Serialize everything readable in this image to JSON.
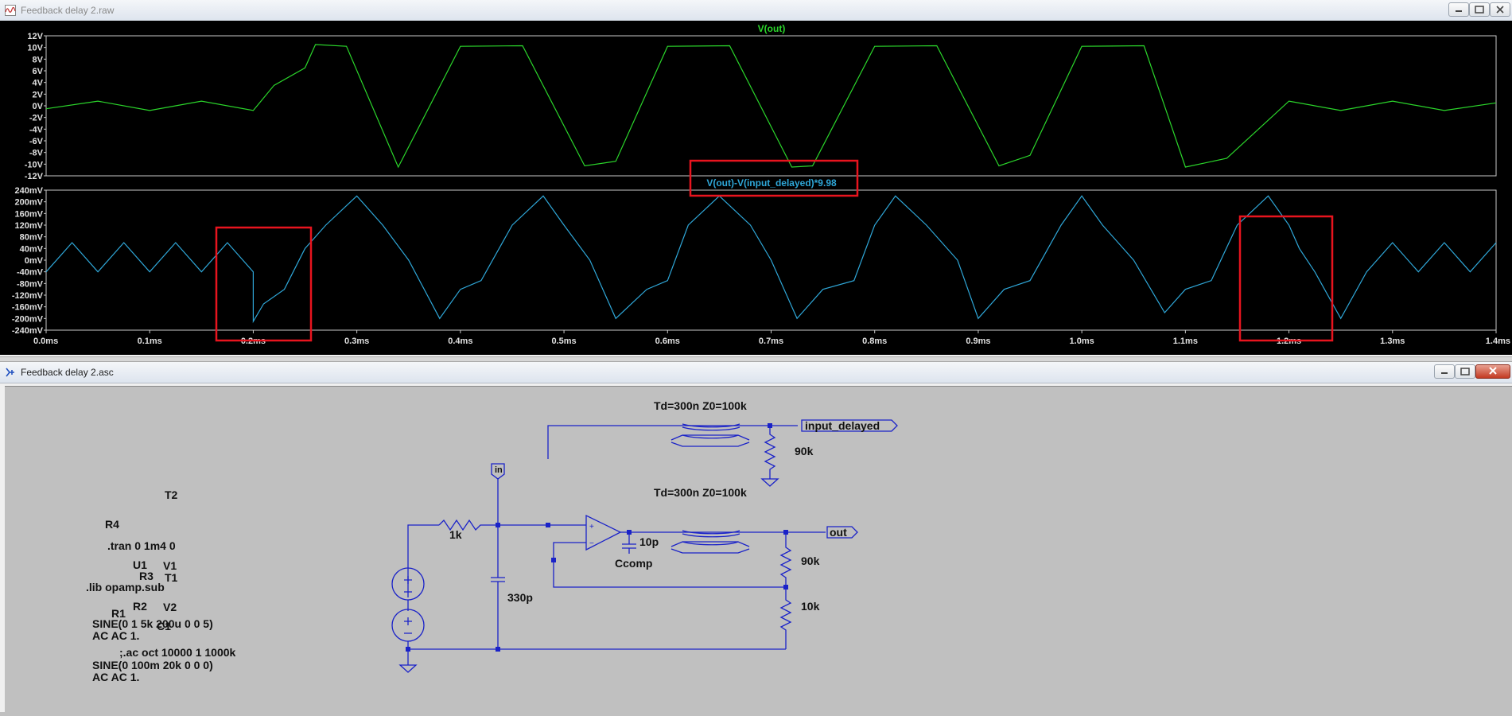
{
  "plot_window": {
    "title": "Feedback delay 2.raw",
    "traces": [
      {
        "name": "V(out)",
        "color": "#2bd62b"
      },
      {
        "name": "V(out)-V(input_delayed)*9.98",
        "color": "#2fa7d8"
      }
    ],
    "pane1_yticks": [
      "12V",
      "10V",
      "8V",
      "6V",
      "4V",
      "2V",
      "0V",
      "-2V",
      "-4V",
      "-6V",
      "-8V",
      "-10V",
      "-12V"
    ],
    "pane2_yticks": [
      "240mV",
      "200mV",
      "160mV",
      "120mV",
      "80mV",
      "40mV",
      "0mV",
      "-40mV",
      "-80mV",
      "-120mV",
      "-160mV",
      "-200mV",
      "-240mV"
    ],
    "xticks": [
      "0.0ms",
      "0.1ms",
      "0.2ms",
      "0.3ms",
      "0.4ms",
      "0.5ms",
      "0.6ms",
      "0.7ms",
      "0.8ms",
      "0.9ms",
      "1.0ms",
      "1.1ms",
      "1.2ms",
      "1.3ms",
      "1.4ms"
    ],
    "highlight_color": "#e8141e"
  },
  "chart_data": [
    {
      "type": "line",
      "title": "V(out)",
      "xlabel": "",
      "ylabel": "",
      "x_unit": "ms",
      "xlim": [
        0.0,
        1.4
      ],
      "ylim": [
        -12,
        12
      ],
      "x": [
        0.0,
        0.05,
        0.1,
        0.15,
        0.2,
        0.22,
        0.25,
        0.26,
        0.29,
        0.34,
        0.4,
        0.46,
        0.52,
        0.55,
        0.6,
        0.66,
        0.72,
        0.74,
        0.8,
        0.86,
        0.92,
        0.95,
        1.0,
        1.06,
        1.1,
        1.14,
        1.2,
        1.25,
        1.3,
        1.35,
        1.4
      ],
      "series": [
        {
          "name": "V(out)",
          "values": [
            -0.5,
            0.8,
            -0.8,
            0.8,
            -0.8,
            3.5,
            6.5,
            10.5,
            10.2,
            -10.5,
            10.2,
            10.3,
            -10.3,
            -9.5,
            10.2,
            10.3,
            -10.5,
            -10.3,
            10.2,
            10.3,
            -10.3,
            -8.5,
            10.2,
            10.3,
            -10.5,
            -9,
            0.8,
            -0.8,
            0.8,
            -0.8,
            0.5
          ]
        }
      ]
    },
    {
      "type": "line",
      "title": "V(out)-V(input_delayed)*9.98",
      "xlabel": "",
      "ylabel": "",
      "x_unit": "ms",
      "y_unit": "mV",
      "xlim": [
        0.0,
        1.4
      ],
      "ylim": [
        -240,
        240
      ],
      "x": [
        0.0,
        0.025,
        0.05,
        0.075,
        0.1,
        0.125,
        0.15,
        0.175,
        0.2,
        0.2,
        0.21,
        0.23,
        0.25,
        0.27,
        0.3,
        0.325,
        0.35,
        0.38,
        0.4,
        0.42,
        0.45,
        0.48,
        0.5,
        0.525,
        0.55,
        0.58,
        0.6,
        0.62,
        0.65,
        0.68,
        0.7,
        0.725,
        0.75,
        0.78,
        0.8,
        0.82,
        0.85,
        0.88,
        0.9,
        0.925,
        0.95,
        0.98,
        1.0,
        1.02,
        1.05,
        1.08,
        1.1,
        1.125,
        1.15,
        1.18,
        1.2,
        1.21,
        1.225,
        1.25,
        1.275,
        1.3,
        1.325,
        1.35,
        1.375,
        1.4
      ],
      "series": [
        {
          "name": "V(out)-V(input_delayed)*9.98",
          "values": [
            -40,
            60,
            -40,
            60,
            -40,
            60,
            -40,
            60,
            -40,
            -210,
            -150,
            -100,
            40,
            120,
            220,
            120,
            0,
            -200,
            -100,
            -70,
            120,
            220,
            120,
            0,
            -200,
            -100,
            -70,
            120,
            220,
            120,
            0,
            -200,
            -100,
            -70,
            120,
            220,
            120,
            0,
            -200,
            -100,
            -70,
            120,
            220,
            120,
            0,
            -180,
            -100,
            -70,
            120,
            220,
            120,
            40,
            -40,
            -200,
            -40,
            60,
            -40,
            60,
            -40,
            60
          ]
        }
      ]
    }
  ],
  "schematic_window": {
    "title": "Feedback delay 2.asc",
    "tline_top_label": "Td=300n Z0=100k",
    "tline_bottom_label": "Td=300n Z0=100k",
    "port_input_delayed": "input_delayed",
    "port_out": "out",
    "port_in": "in",
    "r_top": "90k",
    "r_series": "1k",
    "c_cap": "10p",
    "c_cap_name": "Ccomp",
    "r_fb": "90k",
    "r_gnd": "10k",
    "c_shunt": "330p",
    "labels": {
      "t2": "T2",
      "r4": "R4",
      "tran": ".tran 0 1m4 0",
      "u1": "U1",
      "v1": "V1",
      "r3": "R3",
      "t1": "T1",
      "lib": ".lib opamp.sub",
      "r2": "R2",
      "v2": "V2",
      "r1": "R1",
      "sine1": "SINE(0 1 5k 200u 0 0 5)",
      "c1": "C1",
      "acac1": "AC AC 1.",
      "ac_cmd": ";.ac oct 10000 1 1000k",
      "sine2": "SINE(0 100m 20k 0 0 0)",
      "acac2": "AC AC 1."
    }
  }
}
